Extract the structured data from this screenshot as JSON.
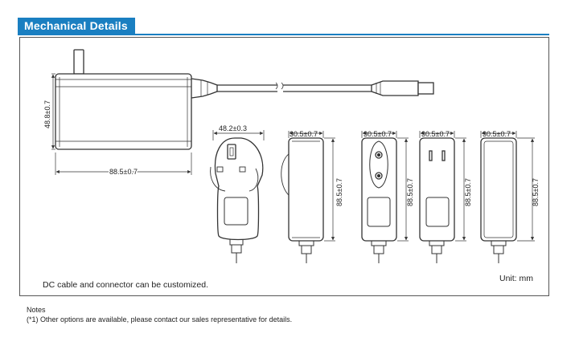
{
  "section": {
    "title": "Mechanical Details"
  },
  "dimensions": {
    "height_side": "48.8±0.7",
    "length_side": "88.5±0.7",
    "uk_width": "48.2±0.3",
    "side_width": "30.5±0.7",
    "side_length": "88.5±0.7",
    "eu_width": "30.5±0.7",
    "eu_length": "88.5±0.7",
    "us_width": "30.5±0.7",
    "us_length": "88.5±0.7",
    "plain_width": "30.5±0.7",
    "plain_length": "88.5±0.7"
  },
  "captions": {
    "dc_note": "DC cable and connector can be customized.",
    "unit": "Unit: mm"
  },
  "notes": {
    "heading": "Notes",
    "line1": "(*1) Other options are available, please contact our sales representative for details."
  }
}
